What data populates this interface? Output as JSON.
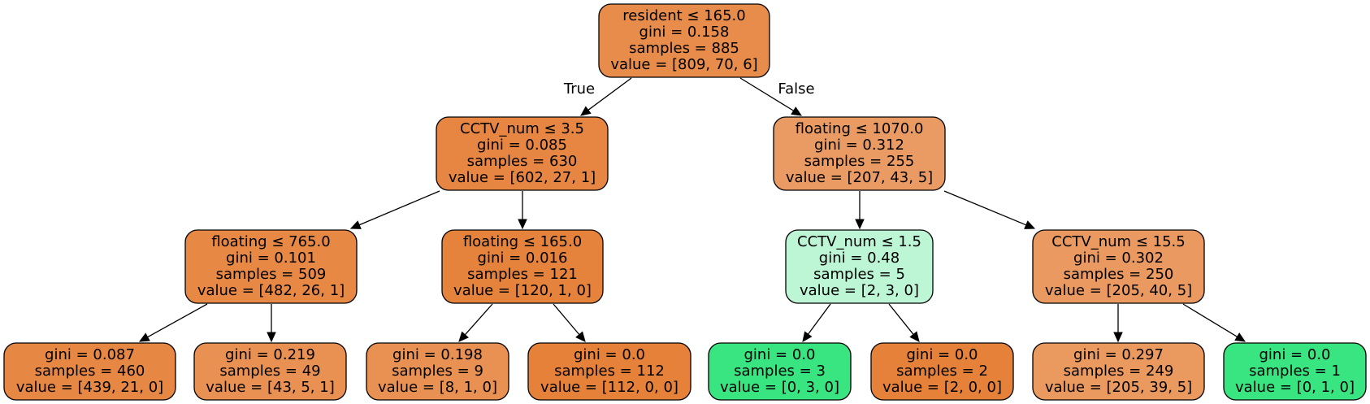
{
  "colors": {
    "orange_class": "#e58139",
    "green_class": "#39e581",
    "purple_class": "#8139e5",
    "stroke": "#000000",
    "background": "#ffffff"
  },
  "tree": {
    "nodes": [
      {
        "id": "n0",
        "lines": [
          "resident ≤ 165.0",
          "gini = 0.158",
          "samples = 885",
          "value = [809, 70, 6]"
        ],
        "fill": "#e78c4a"
      },
      {
        "id": "n1",
        "lines": [
          "CCTV_num ≤ 3.5",
          "gini = 0.085",
          "samples = 630",
          "value = [602, 27, 1]"
        ],
        "fill": "#e68642"
      },
      {
        "id": "n2",
        "lines": [
          "floating ≤ 765.0",
          "gini = 0.101",
          "samples = 509",
          "value = [482, 26, 1]"
        ],
        "fill": "#e78844"
      },
      {
        "id": "n3",
        "lines": [
          "gini = 0.087",
          "samples = 460",
          "value = [439, 21, 0]"
        ],
        "fill": "#e68743"
      },
      {
        "id": "n4",
        "lines": [
          "gini = 0.219",
          "samples = 49",
          "value = [43, 5, 1]"
        ],
        "fill": "#e89152"
      },
      {
        "id": "n5",
        "lines": [
          "floating ≤ 165.0",
          "gini = 0.016",
          "samples = 121",
          "value = [120, 1, 0]"
        ],
        "fill": "#e5823b"
      },
      {
        "id": "n6",
        "lines": [
          "gini = 0.198",
          "samples = 9",
          "value = [8, 1, 0]"
        ],
        "fill": "#e89152"
      },
      {
        "id": "n7",
        "lines": [
          "gini = 0.0",
          "samples = 112",
          "value = [112, 0, 0]"
        ],
        "fill": "#e58139"
      },
      {
        "id": "n8",
        "lines": [
          "floating ≤ 1070.0",
          "gini = 0.312",
          "samples = 255",
          "value = [207, 43, 5]"
        ],
        "fill": "#ea9b63"
      },
      {
        "id": "n9",
        "lines": [
          "CCTV_num ≤ 1.5",
          "gini = 0.48",
          "samples = 5",
          "value = [2, 3, 0]"
        ],
        "fill": "#bdf6d5"
      },
      {
        "id": "n10",
        "lines": [
          "gini = 0.0",
          "samples = 3",
          "value = [0, 3, 0]"
        ],
        "fill": "#39e581"
      },
      {
        "id": "n11",
        "lines": [
          "gini = 0.0",
          "samples = 2",
          "value = [2, 0, 0]"
        ],
        "fill": "#e58139"
      },
      {
        "id": "n12",
        "lines": [
          "CCTV_num ≤ 15.5",
          "gini = 0.302",
          "samples = 250",
          "value = [205, 40, 5]"
        ],
        "fill": "#ea9a60"
      },
      {
        "id": "n13",
        "lines": [
          "gini = 0.297",
          "samples = 249",
          "value = [205, 39, 5]"
        ],
        "fill": "#ea995f"
      },
      {
        "id": "n14",
        "lines": [
          "gini = 0.0",
          "samples = 1",
          "value = [0, 1, 0]"
        ],
        "fill": "#39e581"
      }
    ],
    "edges": [
      {
        "from": "n0",
        "to": "n1",
        "label": "True"
      },
      {
        "from": "n0",
        "to": "n8",
        "label": "False"
      },
      {
        "from": "n1",
        "to": "n2",
        "label": ""
      },
      {
        "from": "n1",
        "to": "n5",
        "label": ""
      },
      {
        "from": "n2",
        "to": "n3",
        "label": ""
      },
      {
        "from": "n2",
        "to": "n4",
        "label": ""
      },
      {
        "from": "n5",
        "to": "n6",
        "label": ""
      },
      {
        "from": "n5",
        "to": "n7",
        "label": ""
      },
      {
        "from": "n8",
        "to": "n9",
        "label": ""
      },
      {
        "from": "n8",
        "to": "n12",
        "label": ""
      },
      {
        "from": "n9",
        "to": "n10",
        "label": ""
      },
      {
        "from": "n9",
        "to": "n11",
        "label": ""
      },
      {
        "from": "n12",
        "to": "n13",
        "label": ""
      },
      {
        "from": "n12",
        "to": "n14",
        "label": ""
      }
    ]
  }
}
